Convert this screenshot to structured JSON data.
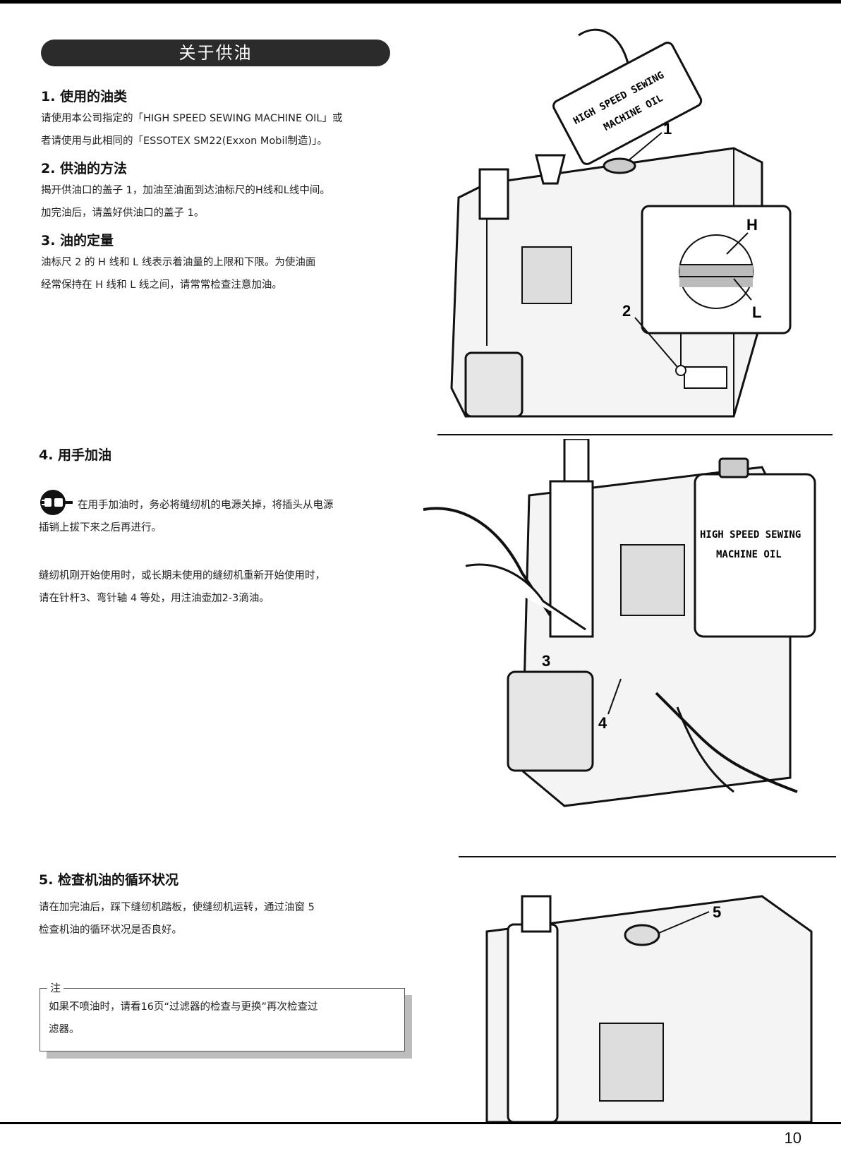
{
  "page": {
    "number": "10"
  },
  "title": "关于供油",
  "sections": [
    {
      "heading": "1. 使用的油类",
      "lines": [
        "请使用本公司指定的「HIGH SPEED SEWING MACHINE OIL」或",
        "者请使用与此相同的「ESSOTEX SM22(Exxon Mobil制造)」。"
      ]
    },
    {
      "heading": "2. 供油的方法",
      "lines": [
        "揭开供油口的盖子 1，加油至油面到达油标尺的H线和L线中间。",
        "加完油后，请盖好供油口的盖子 1。"
      ]
    },
    {
      "heading": "3. 油的定量",
      "lines": [
        "油标尺 2 的 H 线和 L 线表示着油量的上限和下限。为使油面",
        "经常保持在 H 线和 L 线之间，请常常检查注意加油。"
      ]
    },
    {
      "heading": "4. 用手加油",
      "warning_lines": [
        "在用手加油时，务必将缝纫机的电源关掉，将插头从电源",
        "插销上拔下来之后再进行。"
      ],
      "lines": [
        "缝纫机刚开始使用时，或长期未使用的缝纫机重新开始使用时，",
        "请在针杆3、弯针轴 4 等处，用注油壶加2-3滴油。"
      ]
    },
    {
      "heading": "5. 检查机油的循环状况",
      "lines": [
        "请在加完油后，踩下缝纫机踏板，使缝纫机运转，通过油窗 5",
        "检查机油的循环状况是否良好。"
      ]
    }
  ],
  "note": {
    "label": "注",
    "lines": [
      "如果不喷油时，请看16页“过滤器的检查与更换”再次检查过",
      "滤器。"
    ]
  },
  "figures": {
    "fig1": {
      "can_line1": "HIGH SPEED SEWING",
      "can_line2": "MACHINE OIL",
      "callouts": [
        "1",
        "2",
        "H",
        "L"
      ]
    },
    "fig2": {
      "can_line1": "HIGH SPEED SEWING",
      "can_line2": "MACHINE OIL",
      "callouts": [
        "3",
        "4"
      ]
    },
    "fig3": {
      "callouts": [
        "5"
      ]
    }
  }
}
